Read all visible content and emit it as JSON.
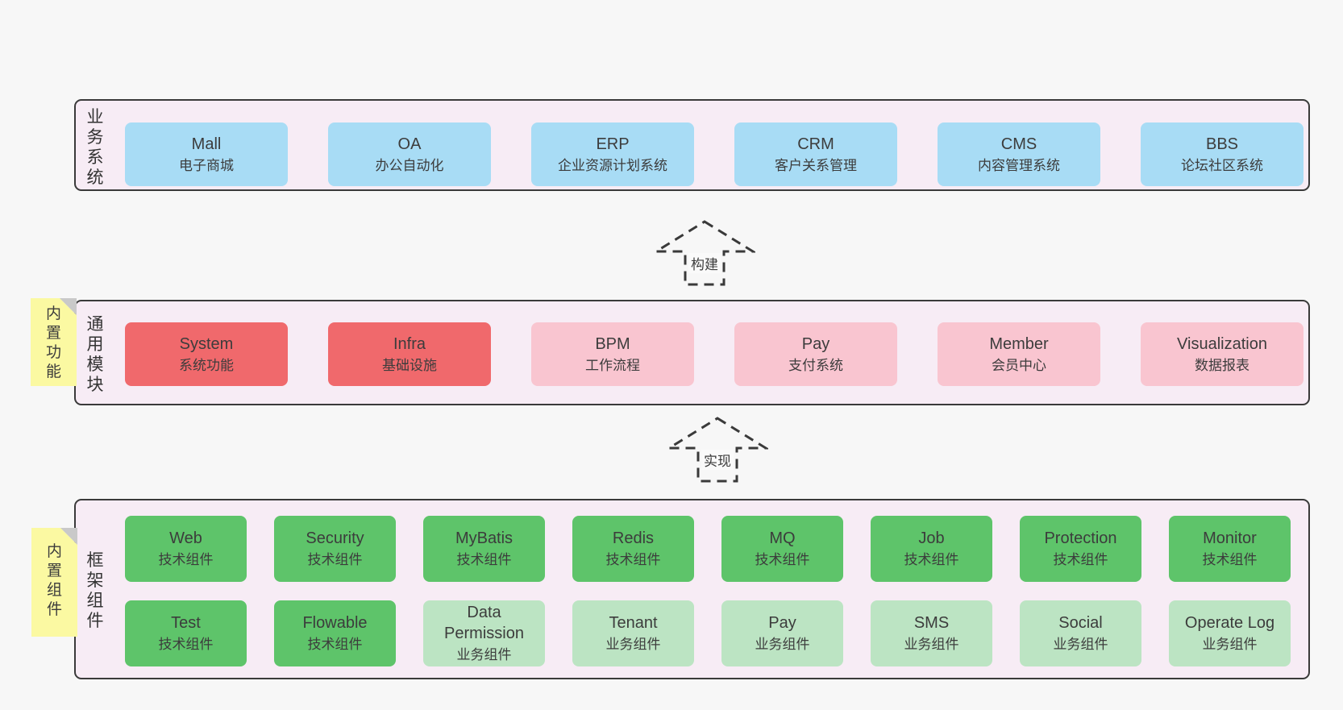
{
  "colors": {
    "page_background": "#f7f7f7",
    "panel_background": "#f7ecf5",
    "panel_border": "#3a3a3a",
    "business_box": "#a8dcf5",
    "core_module_box": "#f0696c",
    "extension_module_box": "#f9c5d0",
    "tech_component_box": "#5ec46a",
    "biz_component_box": "#bce4c3",
    "sticky_note": "#fbf9a2",
    "sticky_fold": "#c9c9c9",
    "text": "#3c3c3c"
  },
  "arrows": {
    "build_label": "构建",
    "implement_label": "实现"
  },
  "sections": {
    "business": {
      "label": "业务系统",
      "boxes": [
        {
          "title": "Mall",
          "subtitle": "电子商城"
        },
        {
          "title": "OA",
          "subtitle": "办公自动化"
        },
        {
          "title": "ERP",
          "subtitle": "企业资源计划系统"
        },
        {
          "title": "CRM",
          "subtitle": "客户关系管理"
        },
        {
          "title": "CMS",
          "subtitle": "内容管理系统"
        },
        {
          "title": "BBS",
          "subtitle": "论坛社区系统"
        }
      ]
    },
    "modules": {
      "label": "通用模块",
      "tag": "内置功能",
      "boxes": [
        {
          "title": "System",
          "subtitle": "系统功能"
        },
        {
          "title": "Infra",
          "subtitle": "基础设施"
        },
        {
          "title": "BPM",
          "subtitle": "工作流程"
        },
        {
          "title": "Pay",
          "subtitle": "支付系统"
        },
        {
          "title": "Member",
          "subtitle": "会员中心"
        },
        {
          "title": "Visualization",
          "subtitle": "数据报表"
        }
      ]
    },
    "framework": {
      "label": "框架组件",
      "tag": "内置组件",
      "rows": [
        [
          {
            "title": "Web",
            "subtitle": "技术组件"
          },
          {
            "title": "Security",
            "subtitle": "技术组件"
          },
          {
            "title": "MyBatis",
            "subtitle": "技术组件"
          },
          {
            "title": "Redis",
            "subtitle": "技术组件"
          },
          {
            "title": "MQ",
            "subtitle": "技术组件"
          },
          {
            "title": "Job",
            "subtitle": "技术组件"
          },
          {
            "title": "Protection",
            "subtitle": "技术组件"
          },
          {
            "title": "Monitor",
            "subtitle": "技术组件"
          }
        ],
        [
          {
            "title": "Test",
            "subtitle": "技术组件"
          },
          {
            "title": "Flowable",
            "subtitle": "技术组件"
          },
          {
            "title": "Data Permission",
            "subtitle": "业务组件"
          },
          {
            "title": "Tenant",
            "subtitle": "业务组件"
          },
          {
            "title": "Pay",
            "subtitle": "业务组件"
          },
          {
            "title": "SMS",
            "subtitle": "业务组件"
          },
          {
            "title": "Social",
            "subtitle": "业务组件"
          },
          {
            "title": "Operate Log",
            "subtitle": "业务组件"
          }
        ]
      ]
    }
  }
}
